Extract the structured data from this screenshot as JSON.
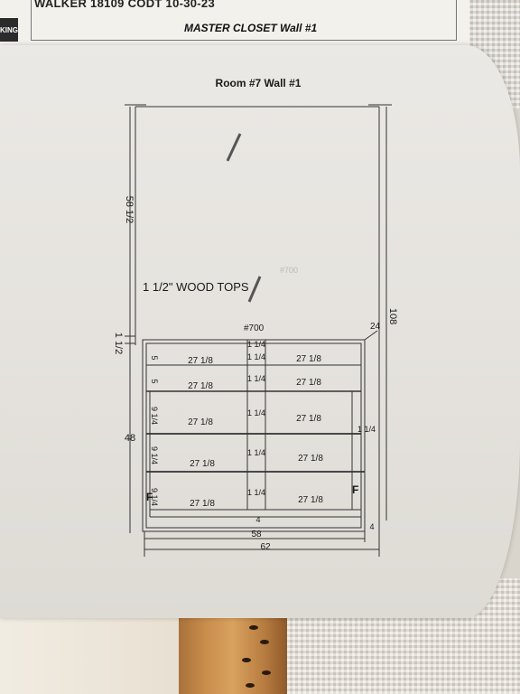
{
  "header": {
    "job_line": "WALKER 18109 CODT 10-30-23",
    "logo_text": "KING",
    "sheet_title": "MASTER CLOSET Wall #1"
  },
  "drawing": {
    "room_title": "Room #7 Wall #1",
    "stamp_text": "#700",
    "wood_tops_note": "1 1/2\" WOOD TOPS",
    "dims": {
      "height_left": "58 1/2",
      "gap_left": "1 1/2",
      "height_lower": "48",
      "height_right": "108",
      "depth_right": "24",
      "bottom_inner": "4",
      "bottom_right": "4",
      "width_inner": "58",
      "width_outer": "62",
      "right_side": "1 1/4"
    },
    "tower_label": "#700",
    "center_labels": [
      "1 1/4",
      "1 1/4",
      "1 1/4",
      "1 1/4",
      "1 1/4",
      "1 1/4"
    ],
    "drawer_heights": [
      "5",
      "5",
      "9 1/4",
      "9 1/4",
      "9 1/4"
    ],
    "left_widths": [
      "27 1/8",
      "27 1/8",
      "27 1/8",
      "27 1/8",
      "27 1/8"
    ],
    "right_widths": [
      "27 1/8",
      "27 1/8",
      "27 1/8",
      "27 1/8",
      "27 1/8"
    ],
    "face_marks": [
      "F",
      "F"
    ]
  }
}
